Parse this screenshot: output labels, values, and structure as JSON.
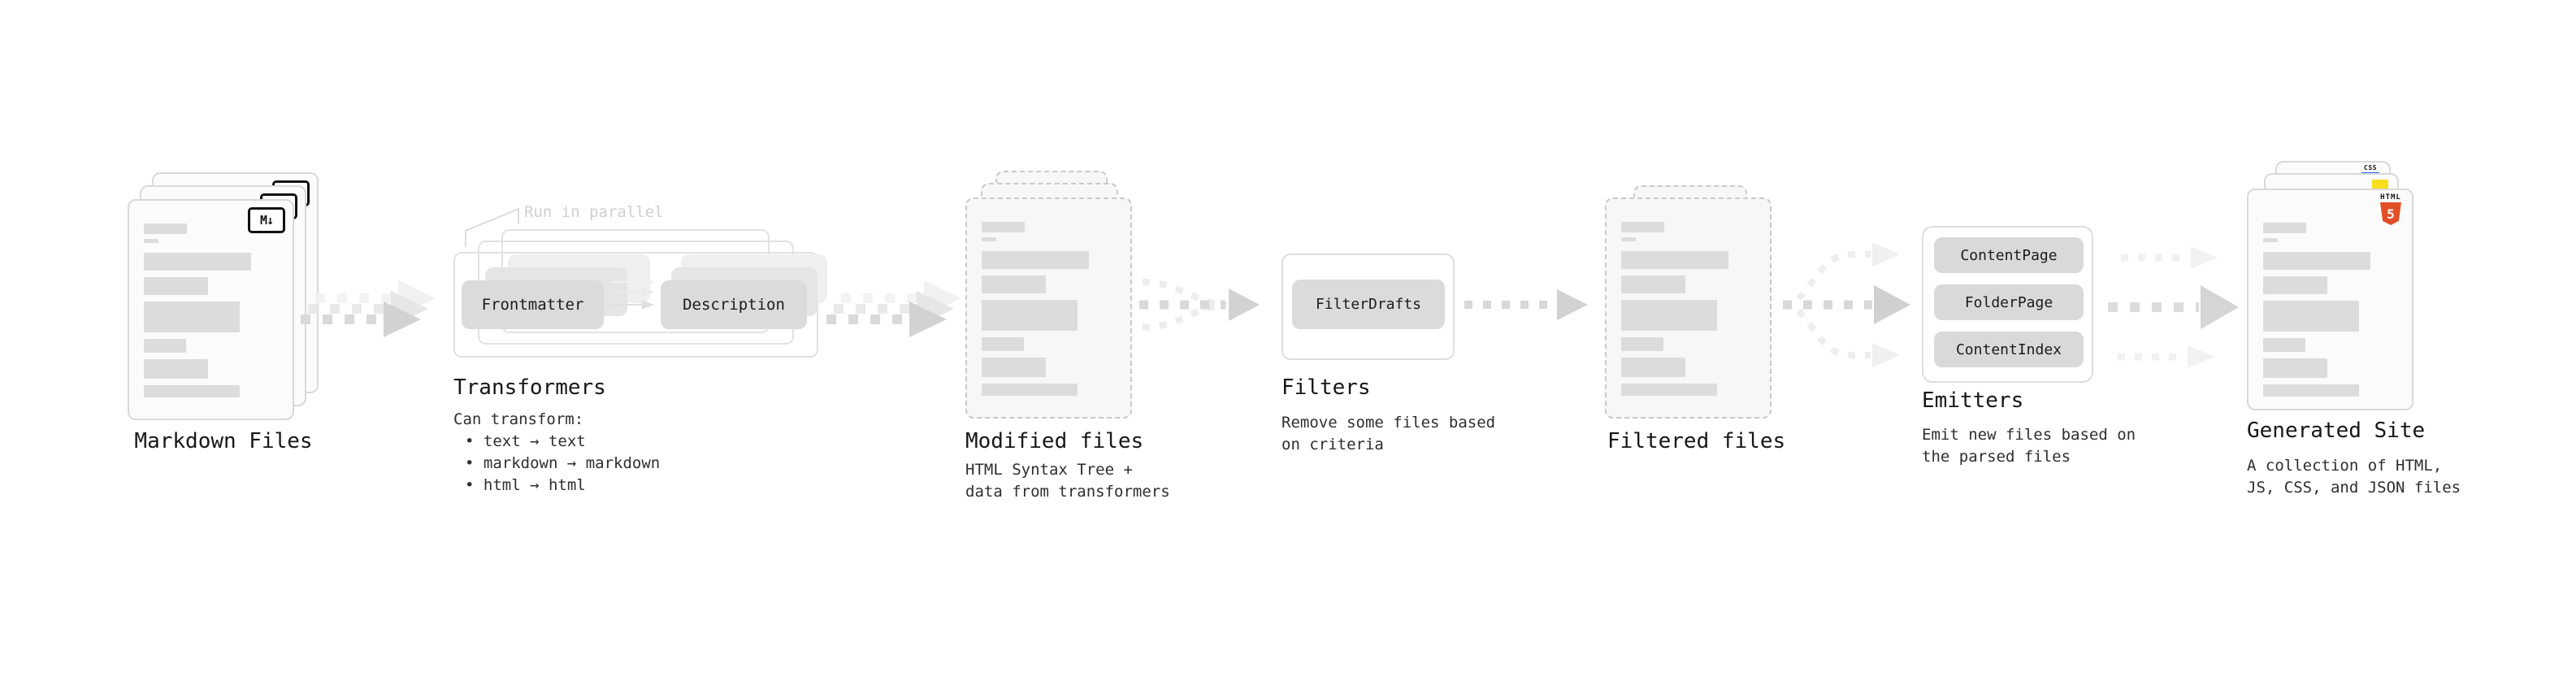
{
  "stages": {
    "markdown_files": {
      "label": "Markdown Files",
      "badge": "M↓"
    },
    "transformers": {
      "label": "Transformers",
      "note": "Run in parallel",
      "nodes": [
        "Frontmatter",
        "Description"
      ],
      "desc_title": "Can transform:",
      "bullets": [
        "• text → text",
        "• markdown → markdown",
        "• html → html"
      ]
    },
    "modified_files": {
      "label": "Modified files",
      "desc_line1": "HTML Syntax Tree +",
      "desc_line2": "data from transformers"
    },
    "filters": {
      "label": "Filters",
      "node": "FilterDrafts",
      "desc_line1": "Remove some files based",
      "desc_line2": "on criteria"
    },
    "filtered_files": {
      "label": "Filtered files"
    },
    "emitters": {
      "label": "Emitters",
      "nodes": [
        "ContentPage",
        "FolderPage",
        "ContentIndex"
      ],
      "desc_line1": "Emit new files based on",
      "desc_line2": "the parsed files"
    },
    "generated_site": {
      "label": "Generated Site",
      "desc_line1": "A collection of HTML,",
      "desc_line2": "JS, CSS, and JSON files",
      "html_badge_word": "HTML",
      "html_badge_number": "5",
      "css_badge": "CSS"
    }
  },
  "colors": {
    "html5_orange": "#e34f26",
    "js_yellow": "#f7df1e",
    "css_blue": "#2965f1",
    "arrow_dark": "#d6d6d6",
    "arrow_light": "#efefef",
    "bar_gray": "#dcdcdc"
  }
}
